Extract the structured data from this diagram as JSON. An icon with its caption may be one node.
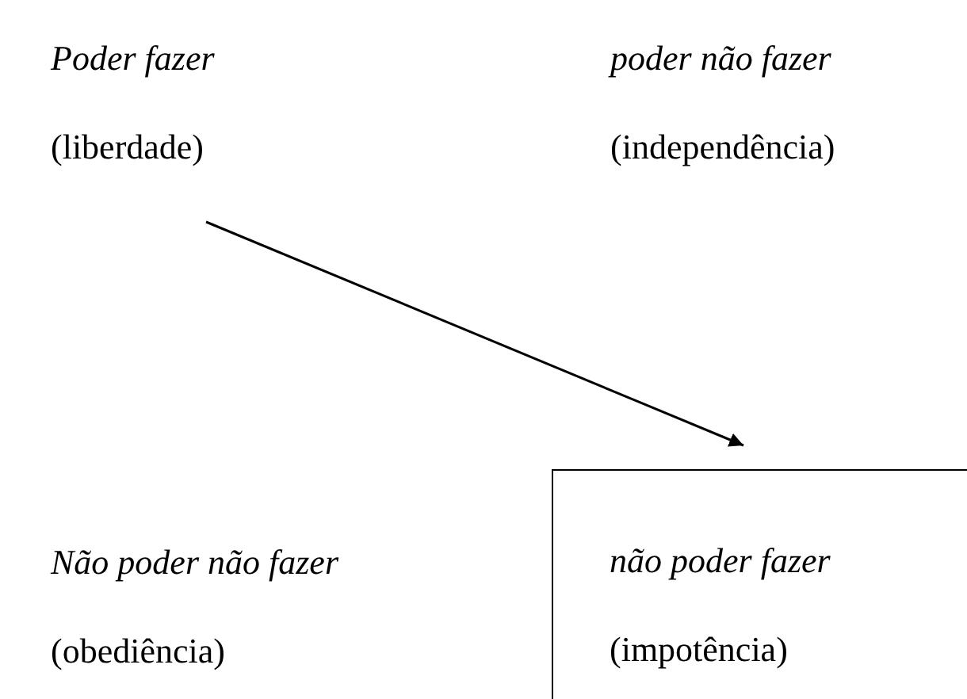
{
  "diagram": {
    "nodes": [
      {
        "text": [
          "Poder fazer",
          "(liberdade)"
        ]
      },
      {
        "text": [
          "poder não fazer",
          "(independência)"
        ]
      },
      {
        "text": [
          "Não poder não fazer",
          "(obediência)"
        ]
      },
      {
        "text": [
          "não poder fazer",
          "(impotência)"
        ]
      }
    ],
    "edges": [
      {
        "from": 0,
        "to": 3,
        "arrow": "to"
      }
    ]
  }
}
